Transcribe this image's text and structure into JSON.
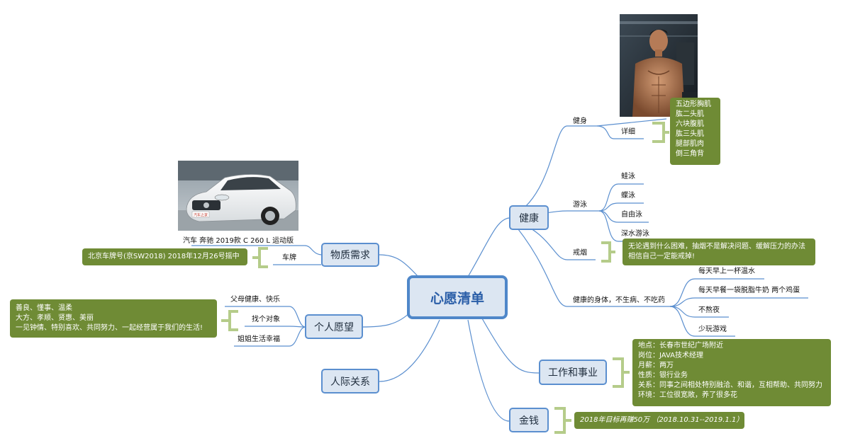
{
  "root": {
    "label": "心愿清单"
  },
  "branches": {
    "health": {
      "label": "健康"
    },
    "career": {
      "label": "工作和事业"
    },
    "money": {
      "label": "金钱"
    },
    "material": {
      "label": "物质需求"
    },
    "personal": {
      "label": "个人愿望"
    },
    "relations": {
      "label": "人际关系"
    }
  },
  "health": {
    "fitness": {
      "label": "健身",
      "detail": "详细",
      "notes": [
        "五边形胸肌",
        "肱二头肌",
        "六块腹肌",
        "肱三头肌",
        "腿部肌肉",
        "倒三角背"
      ]
    },
    "swim": {
      "label": "游泳",
      "items": [
        "蛙泳",
        "蝶泳",
        "自由泳",
        "深水游泳"
      ]
    },
    "smoke": {
      "label": "戒烟",
      "notes": [
        "无论遇到什么困难，抽烟不是解决问题、缓解压力的办法",
        "相信自己一定能戒掉!"
      ]
    },
    "body": {
      "label": "健康的身体，不生病、不吃药",
      "items": [
        "每天早上一杯温水",
        "每天早餐一袋脱脂牛奶 两个鸡蛋",
        "不熬夜",
        "少玩游戏"
      ]
    }
  },
  "career": {
    "notes": [
      "地点：长春市世纪广场附近",
      "岗位：JAVA技术经理",
      "月薪：两万",
      "性质：银行业务",
      "关系：同事之间相处特别融洽、和谐，互相帮助、共同努力",
      "环境：工位很宽敞，养了很多花"
    ]
  },
  "money": {
    "note": "2018年目标再赚50万 （2018.10.31--2019.1.1）"
  },
  "material": {
    "car_caption": "汽车 奔驰 2019款 C 260 L 运动版",
    "plate": {
      "label": "车牌",
      "note": "北京车牌号(京SW2018)   2018年12月26号摇中"
    },
    "car_plate_text": "汽车之家"
  },
  "personal": {
    "items": [
      "父母健康、快乐",
      "找个对象",
      "姐姐生活幸福"
    ],
    "notes": [
      "善良、懂事、温柔",
      "大方、孝顺、贤惠、美丽",
      "一见钟情、特别喜欢、共同努力、一起经营属于我们的生活!"
    ]
  },
  "colors": {
    "line": "#5b8fcf",
    "note_bg": "#6f8b35",
    "bracket": "#b5cc8a",
    "node_bg": "#dce6f2"
  }
}
